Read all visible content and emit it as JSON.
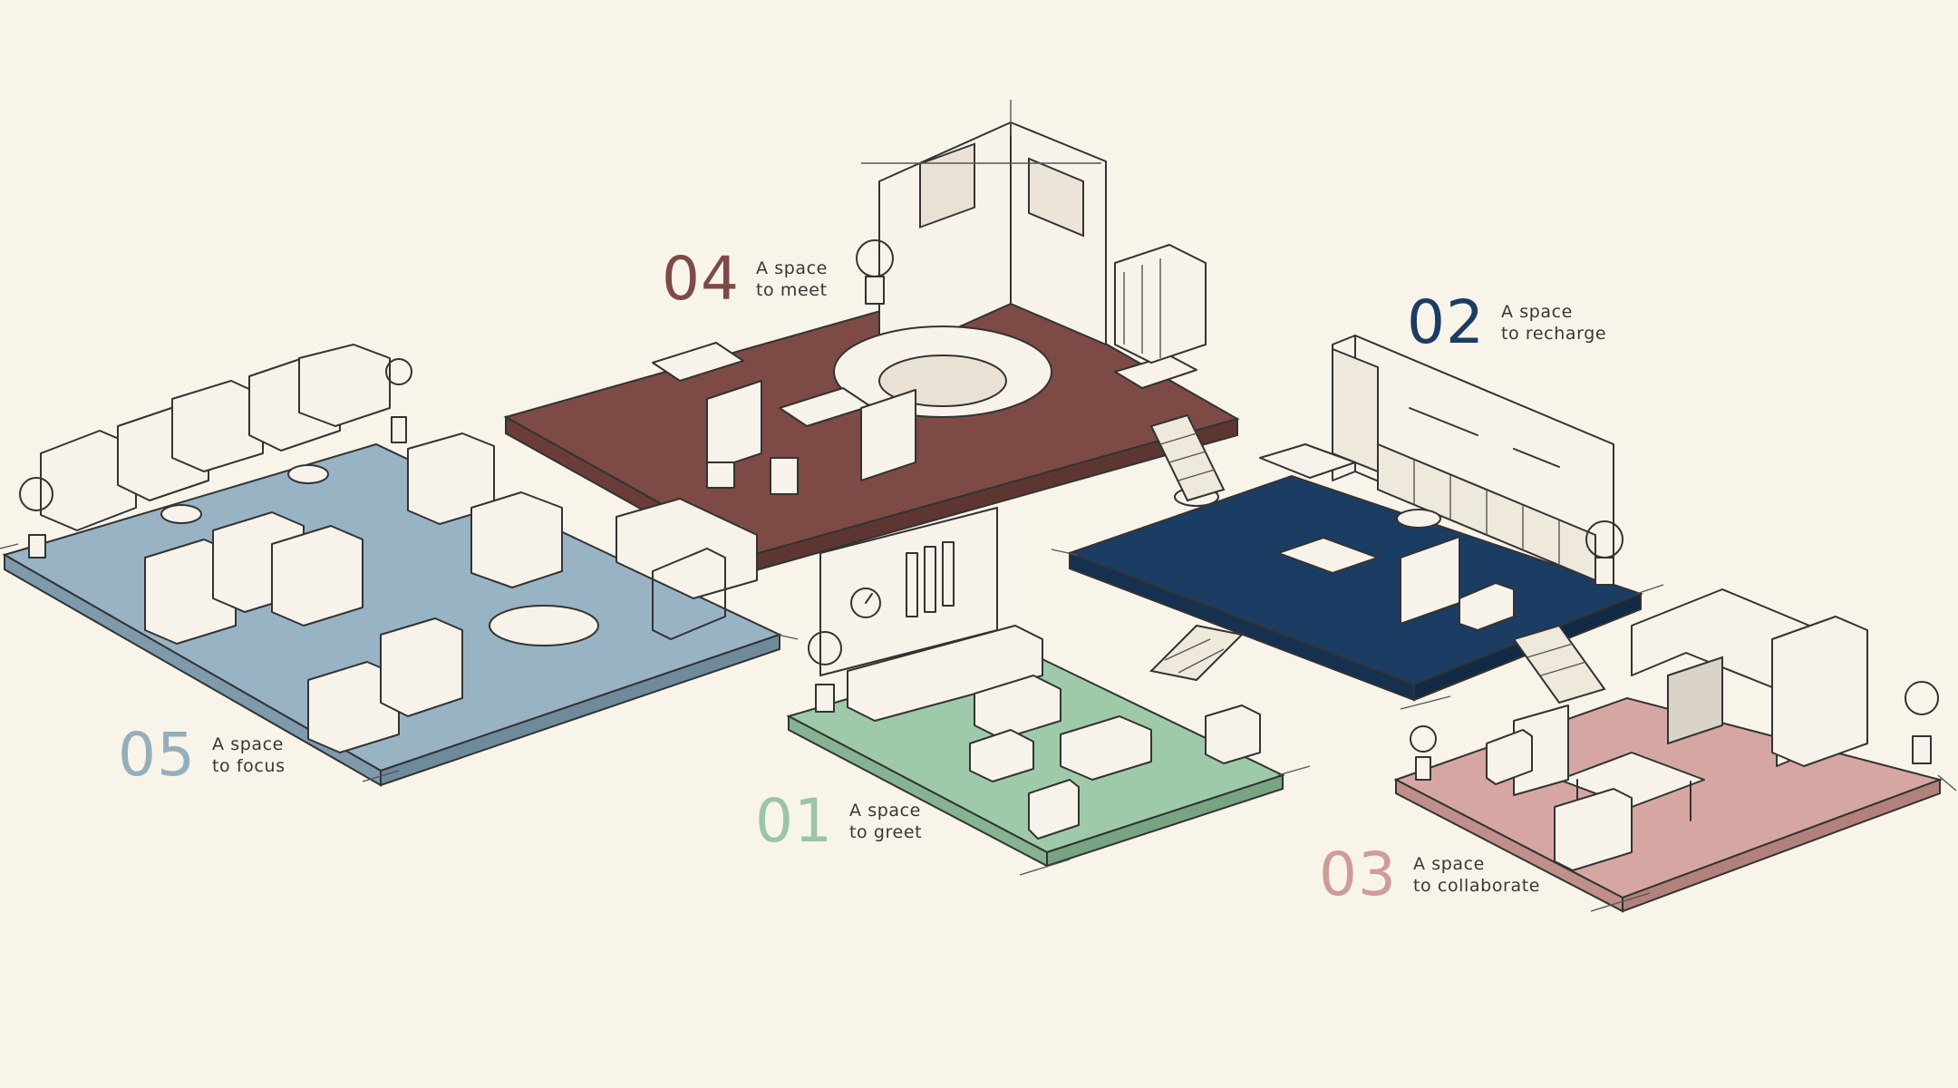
{
  "zones": [
    {
      "id": "meet",
      "number": "04",
      "line1": "A space",
      "line2": "to meet",
      "color": "#7d4a45"
    },
    {
      "id": "recharge",
      "number": "02",
      "line1": "A space",
      "line2": "to recharge",
      "color": "#1c3d63"
    },
    {
      "id": "focus",
      "number": "05",
      "line1": "A space",
      "line2": "to focus",
      "color": "#94aebb"
    },
    {
      "id": "greet",
      "number": "01",
      "line1": "A space",
      "line2": "to greet",
      "color": "#9cc4a6"
    },
    {
      "id": "collaborate",
      "number": "03",
      "line1": "A space",
      "line2": "to collaborate",
      "color": "#cf9c97"
    }
  ],
  "colors": {
    "background": "#f8f4ea",
    "floor_meet": "#7d4a45",
    "floor_recharge": "#1c3d63",
    "floor_focus": "#98b3c4",
    "floor_greet": "#9fcaa9",
    "floor_collaborate": "#d6a7a2",
    "line": "#333333",
    "furniture": "#f7f3ea"
  }
}
